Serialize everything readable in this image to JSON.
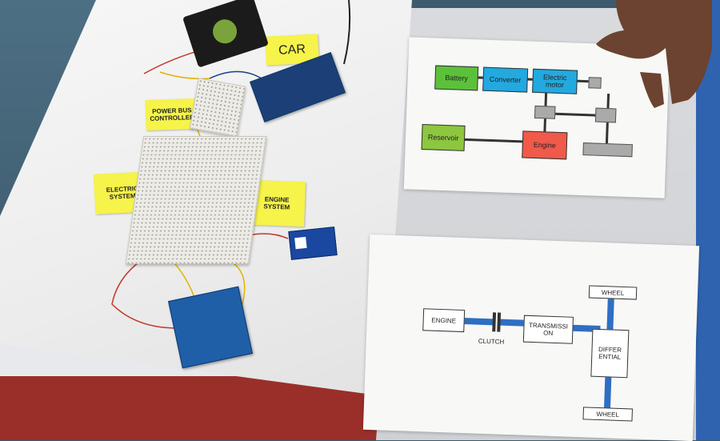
{
  "scene": {
    "description_labels": {
      "car_note": "CAR",
      "power_bus_note": "POWER BUS\nCONTROLLER",
      "electric_note": "ELECTRIC\nSYSTEM",
      "engine_note": "ENGINE\nSYSTEM"
    },
    "hybrid_diagram": {
      "battery": "Battery",
      "converter": "Converter",
      "electric_motor": "Electric\nmotor",
      "reservoir": "Reservoir",
      "engine": "Engine",
      "colors": {
        "battery": "#5cc13a",
        "converter": "#22a9e0",
        "electric_motor": "#22a9e0",
        "reservoir": "#8dc63f",
        "engine": "#ef5a4a",
        "gear": "#9a9a9a"
      }
    },
    "drivetrain_diagram": {
      "engine": "ENGINE",
      "clutch": "CLUTCH",
      "transmission": "TRANSMISSI\nON",
      "differential": "DIFFER\nENTIAL",
      "wheel_top": "WHEEL",
      "wheel_bottom": "WHEEL",
      "shaft_color": "#2e6fc4"
    }
  }
}
